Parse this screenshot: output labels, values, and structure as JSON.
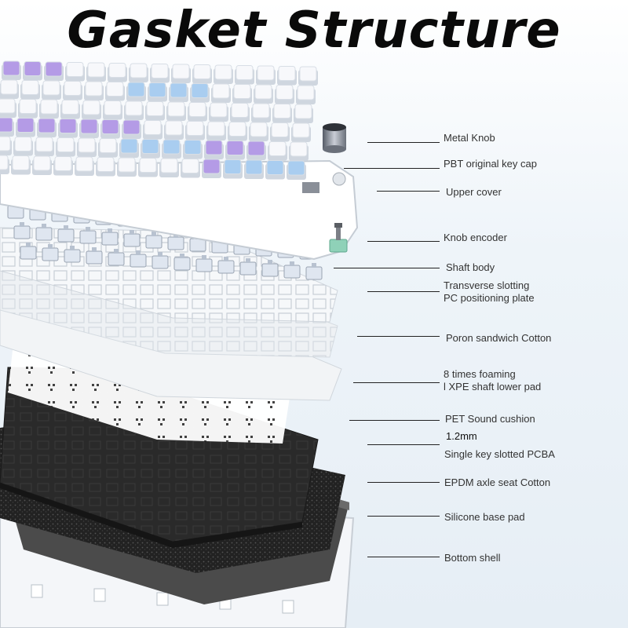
{
  "title": "Gasket Structure",
  "colors": {
    "accent_purple": "#b49be6",
    "accent_blue": "#a9cdf0",
    "keycap_white": "#f7f8fb",
    "plate_gray": "#d9dee4",
    "pcb_black": "#2b2b2b",
    "foam_black": "#1c1c1c",
    "base_gray": "#4a4a4a",
    "knob_metal": "#7d8390"
  },
  "layers": [
    {
      "id": "metal-knob",
      "label": "Metal Knob",
      "icon": "knob-icon"
    },
    {
      "id": "pbt-key-cap",
      "label": "PBT original key cap",
      "icon": "keycap-icon"
    },
    {
      "id": "upper-cover",
      "label": "Upper cover",
      "icon": "cover-icon"
    },
    {
      "id": "knob-encoder",
      "label": "Knob encoder",
      "icon": "encoder-icon"
    },
    {
      "id": "shaft-body",
      "label": "Shaft body",
      "icon": "switch-icon"
    },
    {
      "id": "pc-plate",
      "label": "Transverse slotting\nPC positioning plate",
      "icon": "plate-icon"
    },
    {
      "id": "poron-cotton",
      "label": "Poron sandwich Cotton",
      "icon": "foam-icon"
    },
    {
      "id": "xpe-pad",
      "label": "8 times foaming\nl XPE shaft lower pad",
      "icon": "pad-icon"
    },
    {
      "id": "pet-cushion",
      "label": "PET Sound cushion",
      "icon": "cushion-icon"
    },
    {
      "id": "pcba",
      "label": "Single key slotted PCBA",
      "heading": "1.2mm",
      "icon": "pcb-icon"
    },
    {
      "id": "epdm-cotton",
      "label": "EPDM axle seat Cotton",
      "icon": "foam-icon"
    },
    {
      "id": "silicone-pad",
      "label": "Silicone base pad",
      "icon": "pad-icon"
    },
    {
      "id": "bottom-shell",
      "label": "Bottom shell",
      "icon": "shell-icon"
    }
  ]
}
